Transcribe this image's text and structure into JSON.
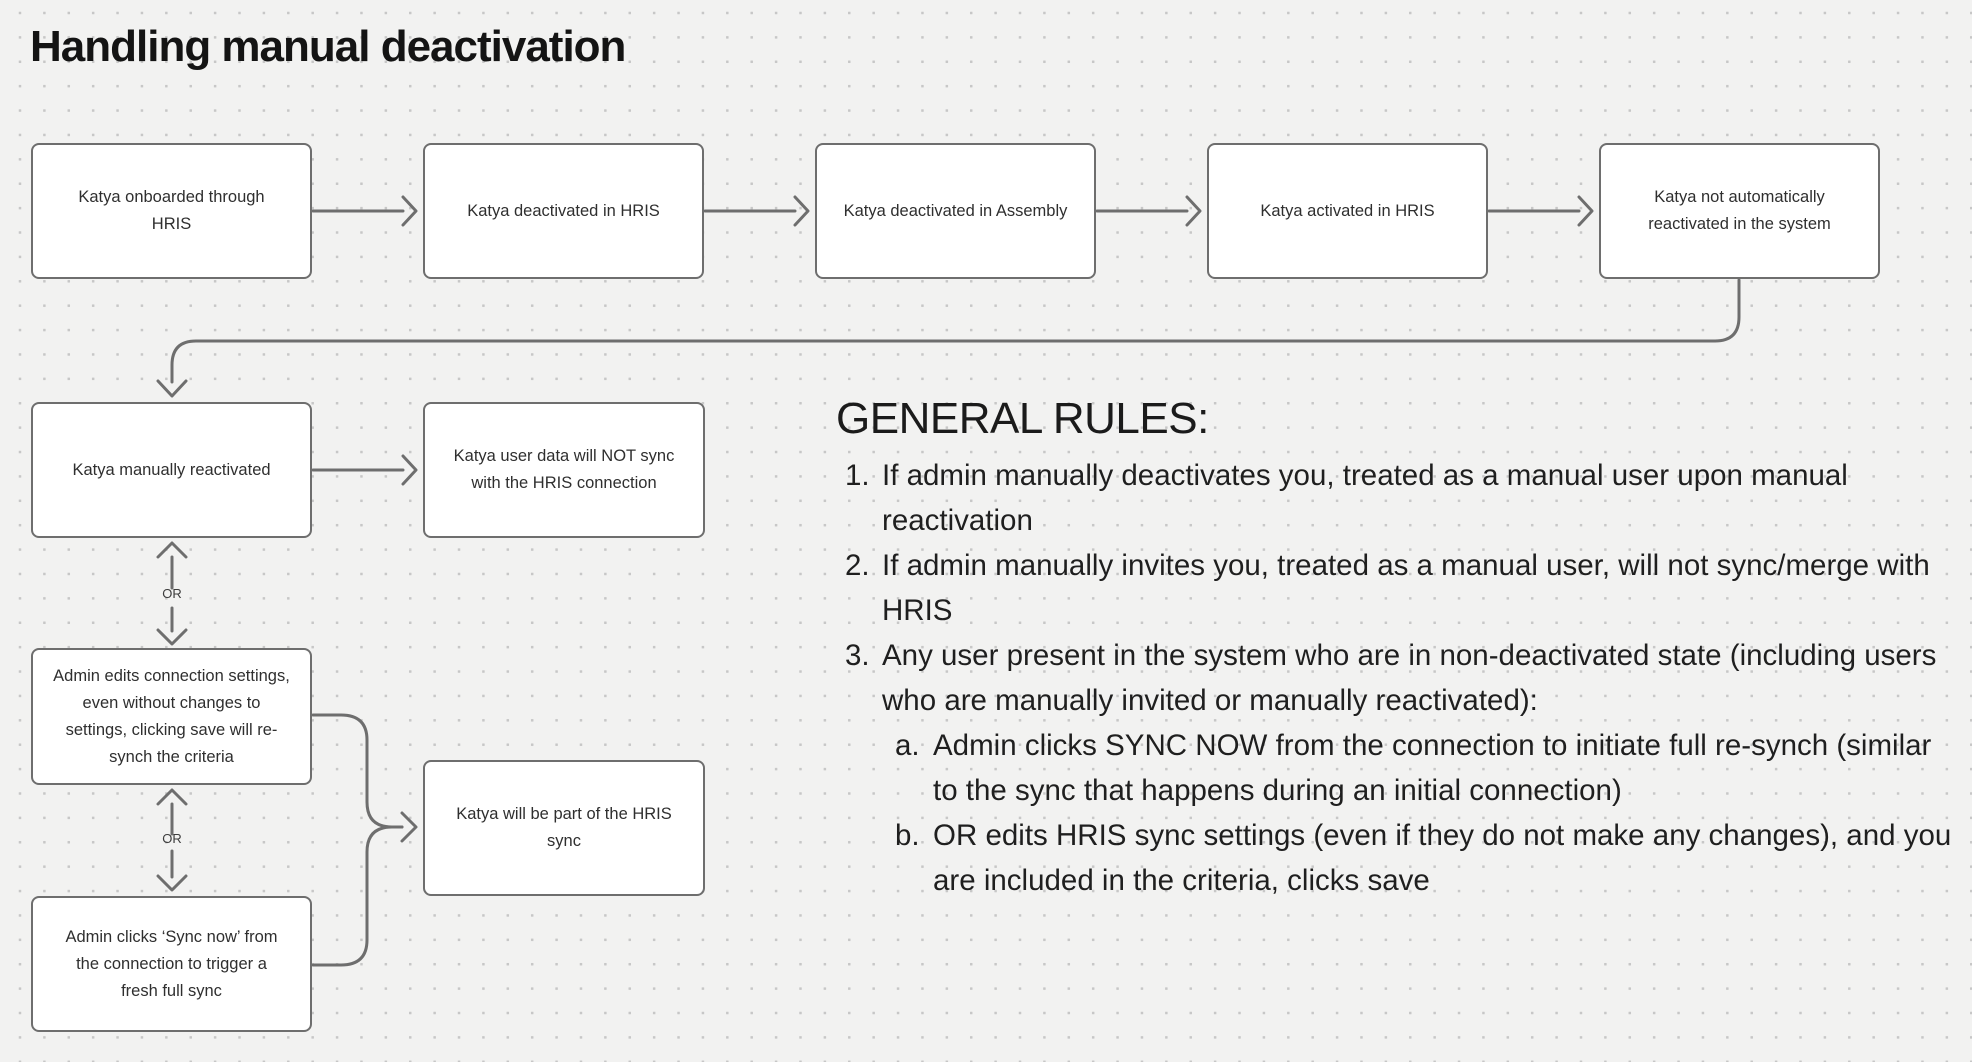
{
  "title": "Handling manual deactivation",
  "colors": {
    "canvas_bg": "#f2f2f1",
    "dot_grid": "#c7c7c7",
    "shape_fill": "#ffffff",
    "shape_stroke": "#6e6e6e",
    "connector_stroke": "#6e6e6e",
    "shape_text": "#2f2f2f",
    "rules_text": "#1f1f1f"
  },
  "flow": {
    "top_row": [
      {
        "label": "Katya onboarded through HRIS"
      },
      {
        "label": "Katya deactivated in HRIS"
      },
      {
        "label": "Katya deactivated in Assembly"
      },
      {
        "label": "Katya activated in HRIS"
      },
      {
        "label": "Katya not automatically reactivated in the system"
      }
    ],
    "branch": {
      "manually_reactivated": "Katya manually reactivated",
      "no_sync": "Katya user data will NOT sync with the HRIS connection",
      "edit_settings": "Admin edits connection settings, even without changes to settings, clicking save will re-synch the criteria",
      "sync_now": "Admin clicks ‘Sync now’ from the connection to trigger a fresh full sync",
      "part_of_sync": "Katya will be part of the HRIS sync",
      "or_label": "OR"
    }
  },
  "rules": {
    "heading": "GENERAL RULES:",
    "items": [
      {
        "num": "1.",
        "text": "If admin manually deactivates you, treated as a manual user upon manual reactivation"
      },
      {
        "num": "2.",
        "text": "If admin manually invites you, treated as a manual user, will not sync/merge with HRIS"
      },
      {
        "num": "3.",
        "text": "Any user present in the system who are in non-deactivated state (including users who are manually invited or manually reactivated):"
      }
    ],
    "subitems": [
      {
        "num": "a.",
        "text": "Admin clicks SYNC NOW from the connection to initiate full re-synch (similar to the sync that happens during an initial connection)"
      },
      {
        "num": "b.",
        "text": "OR edits HRIS sync settings (even if they do not make any changes), and you are included in the criteria, clicks save"
      }
    ]
  }
}
